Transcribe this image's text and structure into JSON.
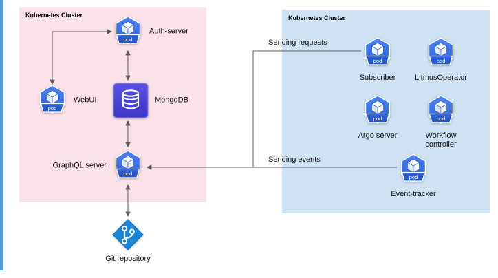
{
  "diagram": {
    "left_cluster": {
      "label": "Kubernetes Cluster"
    },
    "right_cluster": {
      "label": "Kubernetes Cluster"
    },
    "pod_badge": "pod",
    "nodes": {
      "auth_server": {
        "label": "Auth-server"
      },
      "webui": {
        "label": "WebUI"
      },
      "mongodb": {
        "label": "MongoDB"
      },
      "graphql_server": {
        "label": "GraphQL server"
      },
      "subscriber": {
        "label": "Subscriber"
      },
      "litmus_operator": {
        "label": "LitmusOperator"
      },
      "argo_server": {
        "label": "Argo server"
      },
      "workflow_controller": {
        "label": "Workflow controller"
      },
      "event_tracker": {
        "label": "Event-tracker"
      },
      "git_repository": {
        "label": "Git repository"
      }
    },
    "edges": {
      "sending_requests": {
        "label": "Sending requests"
      },
      "sending_events": {
        "label": "Sending events"
      }
    },
    "colors": {
      "left_cluster_bg": "#fbe2e8",
      "right_cluster_bg": "#cfe2f3",
      "pod_blue": "#326ce5",
      "mongodb_indigo": "#4a43d0",
      "git_blue": "#1a86d8",
      "arrow_gray": "#595959",
      "left_strip_blue": "#5b9bd5"
    }
  }
}
